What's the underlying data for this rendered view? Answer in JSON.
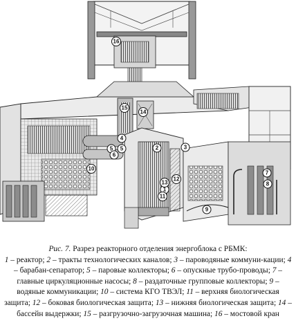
{
  "figure": {
    "callouts": [
      "1",
      "2",
      "3",
      "4",
      "5",
      "6",
      "7",
      "8",
      "9",
      "10",
      "11",
      "12",
      "13",
      "14",
      "15",
      "16"
    ]
  },
  "caption": {
    "figure_label": "Рис. 7.",
    "title": "Разрез реакторного отделения энергоблока с РБМК:",
    "items": [
      {
        "num": "1",
        "text": "реактор"
      },
      {
        "num": "2",
        "text": "тракты технологических каналов"
      },
      {
        "num": "3",
        "text": "пароводяные коммуни-кации"
      },
      {
        "num": "4",
        "text": "барабан-сепаратор"
      },
      {
        "num": "5",
        "text": "паровые коллекторы"
      },
      {
        "num": "6",
        "text": "опускные трубо-проводы"
      },
      {
        "num": "7",
        "text": "главные циркуляционные насосы"
      },
      {
        "num": "8",
        "text": "раздаточные групповые коллекторы"
      },
      {
        "num": "9",
        "text": "водяные коммуникации"
      },
      {
        "num": "10",
        "text": "система КГО ТВЭЛ"
      },
      {
        "num": "11",
        "text": "верхняя биологическая защита"
      },
      {
        "num": "12",
        "text": "боковая биологическая защита"
      },
      {
        "num": "13",
        "text": "нижняя биологическая защита"
      },
      {
        "num": "14",
        "text": "бассейн выдержки"
      },
      {
        "num": "15",
        "text": "разгрузочно-загрузочная машина"
      },
      {
        "num": "16",
        "text": "мостовой кран"
      }
    ]
  }
}
